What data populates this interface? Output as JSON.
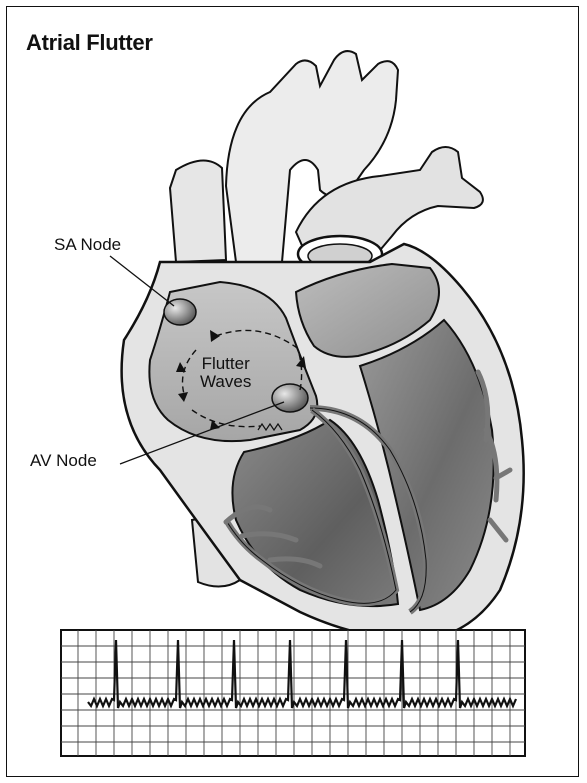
{
  "title": "Atrial Flutter",
  "labels": {
    "sa_node": "SA Node",
    "av_node": "AV Node",
    "flutter_line1": "Flutter",
    "flutter_line2": "Waves"
  },
  "colors": {
    "outline": "#111111",
    "chamber_dark": "#6e6e6e",
    "chamber_mid": "#a9a9a9",
    "wall_light": "#e2e2e2",
    "conduction_path": "#777777"
  },
  "ecg": {
    "pattern": "flutter sawtooth baseline with regular QRS spikes",
    "spike_count": 7
  }
}
